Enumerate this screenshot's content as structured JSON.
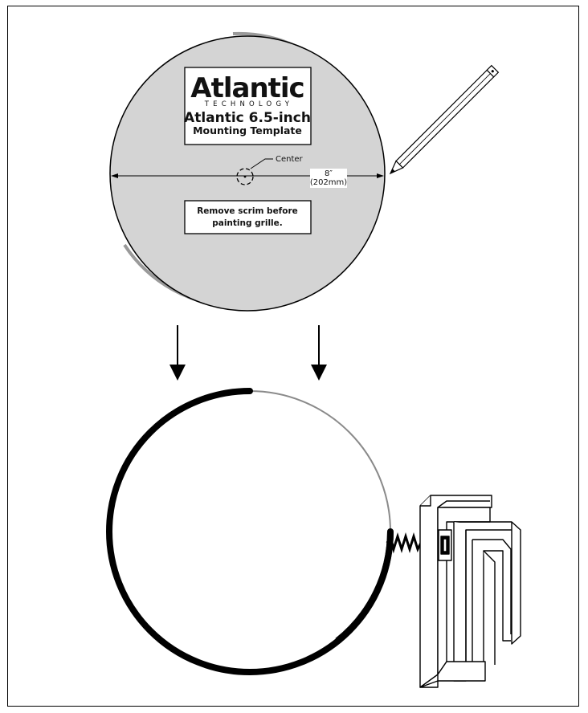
{
  "template": {
    "logo_word": "Atlantic",
    "logo_sub": "TECHNOLOGY",
    "title_line1": "Atlantic 6.5-inch",
    "title_line2": "Mounting Template",
    "center_label": "Center",
    "dimension_inches": "8″",
    "dimension_mm": "(202mm)",
    "note_line1": "Remove scrim before",
    "note_line2": "painting grille."
  },
  "colors": {
    "template_fill": "#d4d4d4",
    "outline": "#000000",
    "outer_ring": "#9a9a9a",
    "thin_circle": "#8a8a8a"
  },
  "icons": [
    "pencil-icon",
    "arrow-down-icon",
    "clamp-icon"
  ]
}
